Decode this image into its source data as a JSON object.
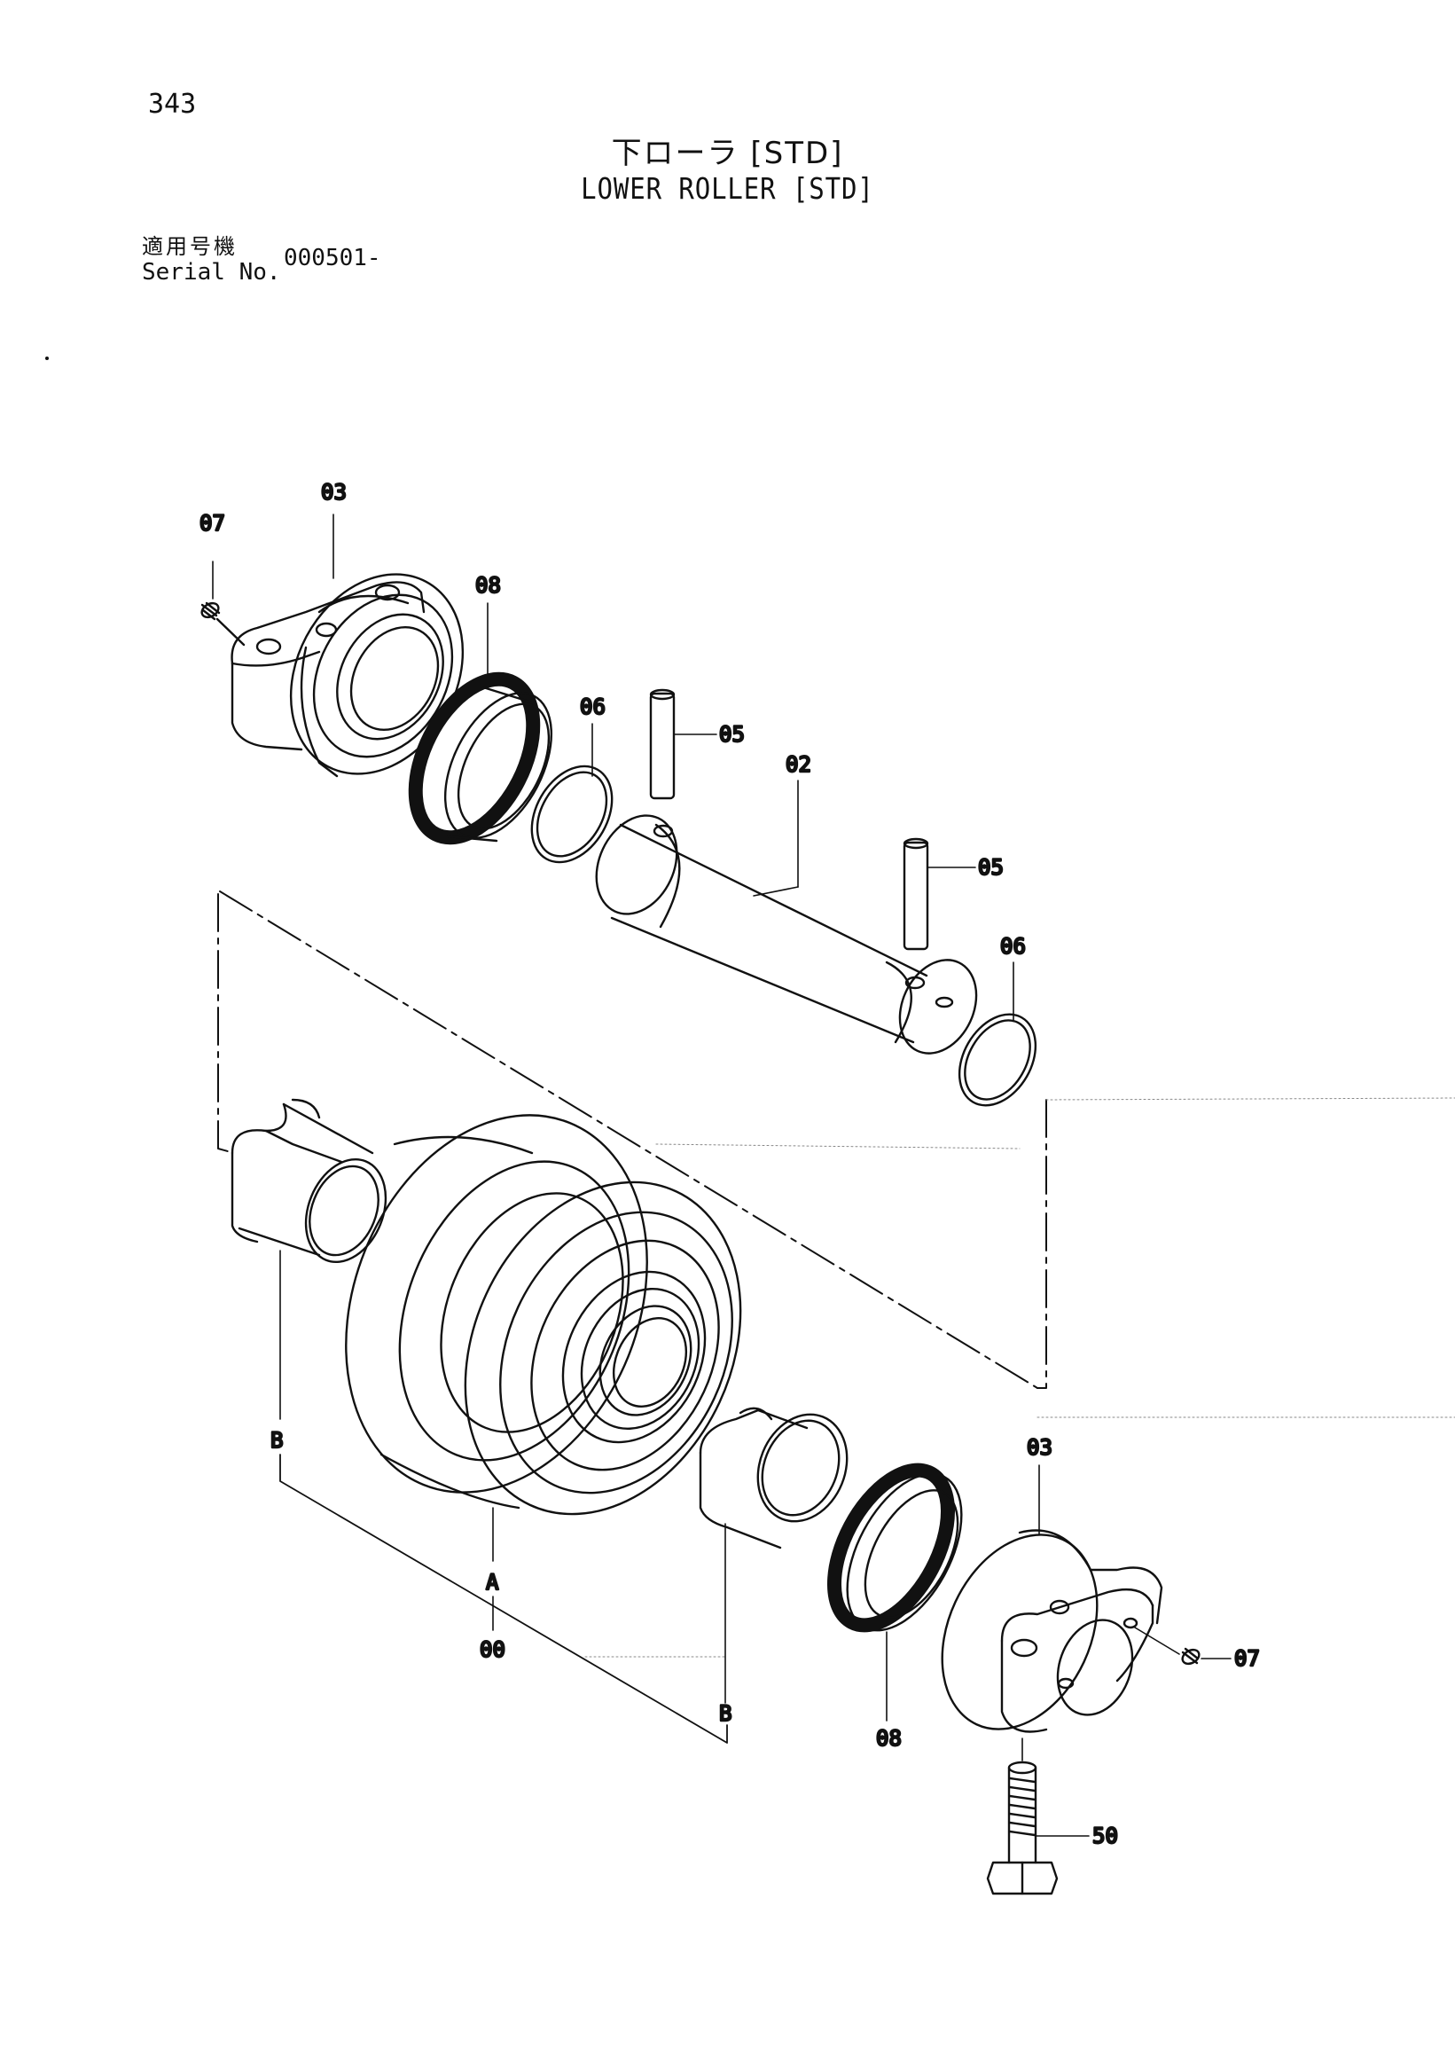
{
  "page": {
    "number": "343"
  },
  "title": {
    "japanese": "下ローラ [STD]",
    "english": "LOWER ROLLER [STD]"
  },
  "serial": {
    "label_jp": "適用号機",
    "label_en": "Serial No.",
    "value": "000501-"
  },
  "callouts": {
    "c07_top": "07",
    "c03_top": "03",
    "c08_top": "08",
    "c06_top": "06",
    "c05_top": "05",
    "c02": "02",
    "c05_mid": "05",
    "c06_mid": "06",
    "cB_left": "B",
    "cA": "A",
    "c00": "00",
    "cB_right": "B",
    "c03_bottom": "03",
    "c07_bottom": "07",
    "c08_bottom": "08",
    "c50": "50"
  }
}
